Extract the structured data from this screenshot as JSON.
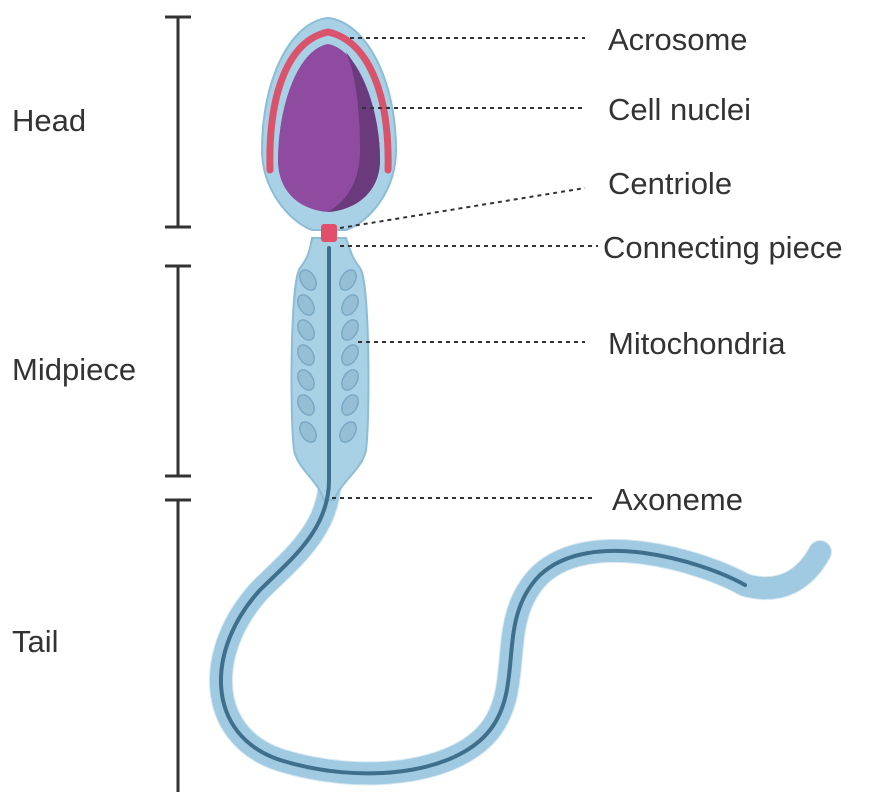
{
  "sections": {
    "head": "Head",
    "midpiece": "Midpiece",
    "tail": "Tail"
  },
  "labels": {
    "acrosome": "Acrosome",
    "cell_nuclei": "Cell nuclei",
    "centriole": "Centriole",
    "connecting_piece": "Connecting piece",
    "mitochondria": "Mitochondria",
    "axoneme": "Axoneme"
  },
  "colors": {
    "membrane": "#a9d1e6",
    "membrane_outline": "#8cbcd6",
    "axoneme": "#3f6f8a",
    "nucleus": "#8e4ba0",
    "nucleus_shadow": "#6a3a7c",
    "acrosome": "#d9536d",
    "centriole": "#e0506a",
    "mitochondria": "#96bfd6"
  }
}
